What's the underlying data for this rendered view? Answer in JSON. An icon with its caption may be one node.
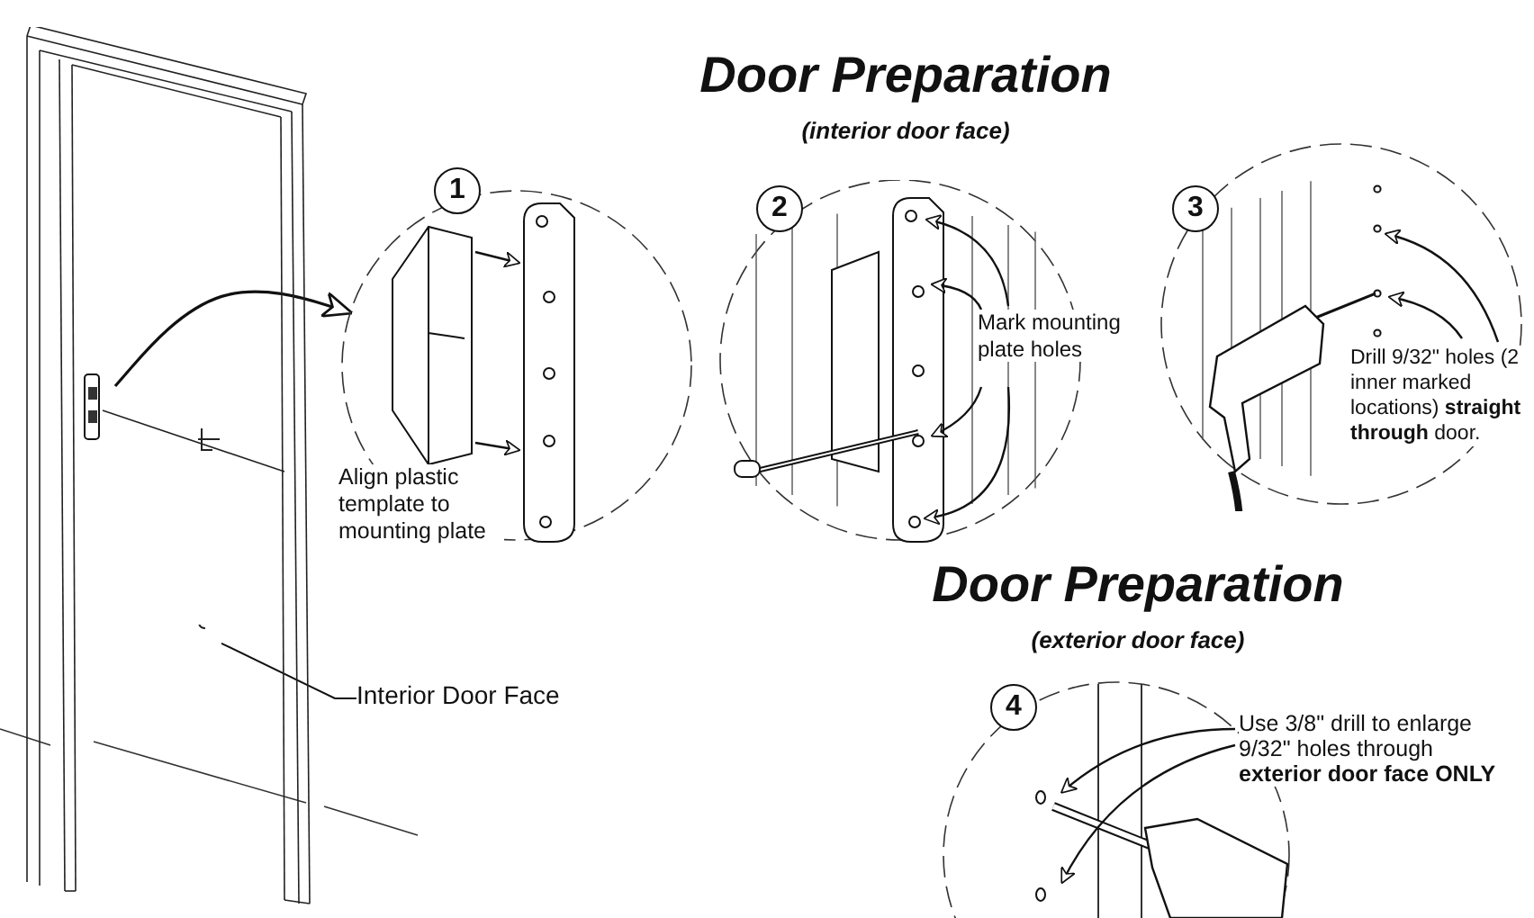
{
  "diagram": {
    "nodes": [
      {
        "text": [],
        "shape": "picture"
      },
      {
        "text": [],
        "shape": "picture",
        "in": 0
      },
      {
        "text": [],
        "shape": "picture",
        "in": 0
      },
      {
        "text": [
          "1",
          "Align plastic template to mounting plate"
        ]
      },
      {
        "text": [
          "2",
          "Mark mounting plate holes"
        ]
      },
      {
        "text": [
          "3",
          "Drill 9/32\" holes (2 inner marked locations) **straight through** door."
        ]
      },
      {
        "text": [
          "4"
        ],
        "beside": [
          "Use 3/8\" drill to enlarge 9/32\" holes through **exterior door face ONLY**"
        ]
      },
      {
        "text": [
          "Interior Door Face"
        ]
      }
    ],
    "edges": [
      {
        "from": 1,
        "to": 3,
        "arrow": "to"
      },
      {
        "from": 7,
        "to": 2,
        "arrow": "none"
      }
    ],
    "labels": [
      "Door Preparation",
      "(interior door face)",
      "Door Preparation",
      "(exterior door face)"
    ]
  }
}
